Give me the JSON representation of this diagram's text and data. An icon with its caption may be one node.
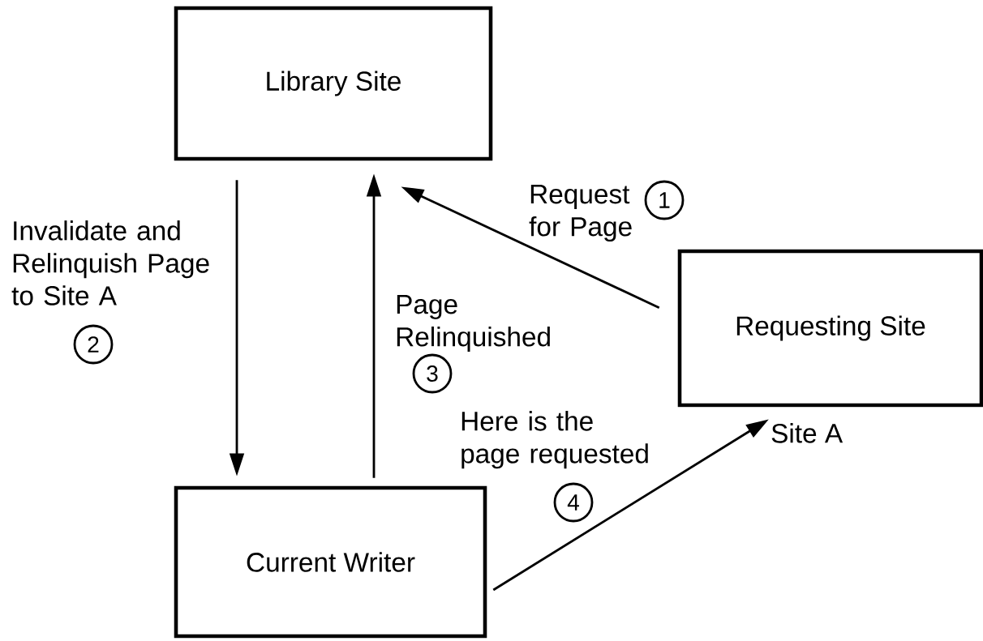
{
  "diagram": {
    "nodes": [
      {
        "text": [
          "Library Site"
        ]
      },
      {
        "text": [
          "Requesting Site"
        ],
        "beside": [
          "Site A"
        ]
      },
      {
        "text": [
          "Current Writer"
        ]
      }
    ],
    "edges": [
      {
        "from": 0,
        "to": 2,
        "arrow": "to",
        "label": "Invalidate and Relinquish Page to Site A"
      },
      {
        "from": 2,
        "to": 0,
        "arrow": "to",
        "label": "Page Relinquished"
      },
      {
        "from": 1,
        "to": 0,
        "arrow": "to",
        "label": "Request for Page"
      },
      {
        "from": 2,
        "to": 1,
        "arrow": "to",
        "label": "Here is the page requested"
      }
    ],
    "labels": [
      "1",
      "2",
      "3",
      "4"
    ]
  }
}
